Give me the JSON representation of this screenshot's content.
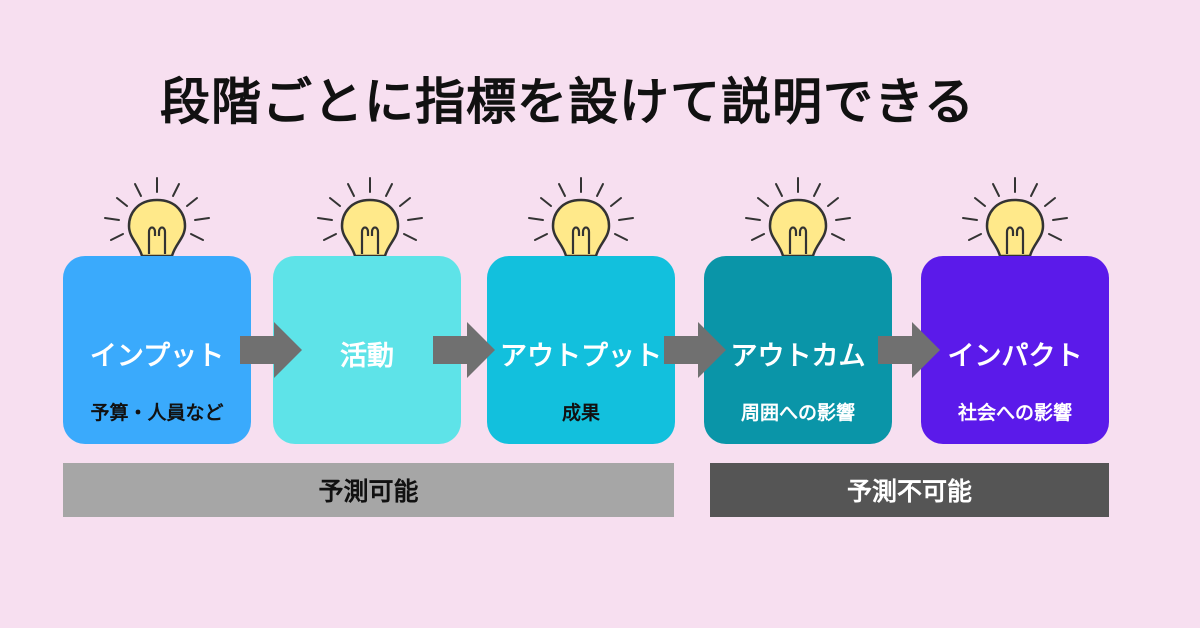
{
  "title": "段階ごとに指標を設けて説明できる",
  "stages": [
    {
      "label": "インプット",
      "sub": "予算・人員など",
      "color": "#3aaafc",
      "sub_color": "#111111"
    },
    {
      "label": "活動",
      "sub": "",
      "color": "#5ee3e8",
      "sub_color": "#111111"
    },
    {
      "label": "アウトプット",
      "sub": "成果",
      "color": "#12c0dd",
      "sub_color": "#111111"
    },
    {
      "label": "アウトカム",
      "sub": "周囲への影響",
      "color": "#0a95a8",
      "sub_color": "#ffffff"
    },
    {
      "label": "インパクト",
      "sub": "社会への影響",
      "color": "#5b1aea",
      "sub_color": "#ffffff"
    }
  ],
  "groups": [
    {
      "label": "予測可能",
      "color": "#a6a6a6",
      "text_color": "#111111"
    },
    {
      "label": "予測不可能",
      "color": "#555555",
      "text_color": "#ffffff"
    }
  ],
  "colors": {
    "background": "#f7dff0",
    "arrow": "#707070",
    "bulb_glass": "#ffe98a",
    "bulb_base": "#c8c8c8",
    "outline": "#333333"
  },
  "icons": {
    "bulb": "light-bulb-icon",
    "arrow": "right-arrow-icon"
  }
}
